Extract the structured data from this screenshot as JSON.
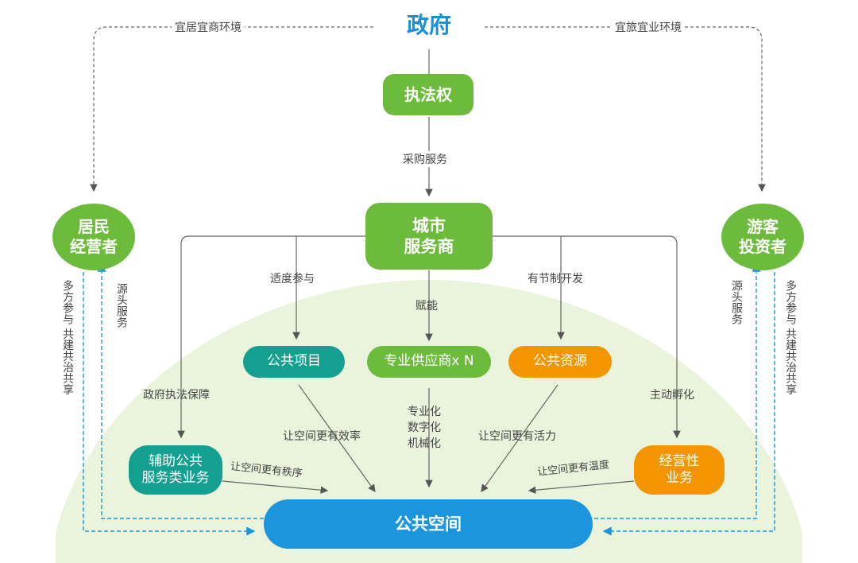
{
  "title": "政府",
  "top_left_label": "宜居宜商环境",
  "top_right_label": "宜旅宜业环境",
  "nodes": {
    "law": "执法权",
    "city_service_line1": "城市",
    "city_service_line2": "服务商",
    "residents_line1": "居民",
    "residents_line2": "经营者",
    "tourists_line1": "游客",
    "tourists_line2": "投资者",
    "public_project": "公共项目",
    "supplier": "专业供应商x N",
    "public_resource": "公共资源",
    "aux_line1": "辅助公共",
    "aux_line2": "服务类业务",
    "business_line1": "经营性",
    "business_line2": "业务",
    "public_space": "公共空间"
  },
  "labels": {
    "procurement": "采购服务",
    "moderate": "适度参与",
    "empower": "赋能",
    "controlled": "有节制开发",
    "gov_enforce": "政府执法保障",
    "active": "主动孵化",
    "efficiency": "让空间更有效率",
    "spec_line1": "专业化",
    "spec_line2": "数字化",
    "spec_line3": "机械化",
    "vitality": "让空间更有活力",
    "order": "让空间更有秩序",
    "warmth": "让空间更有温度",
    "left_outer": "多方参与 共建共治共享",
    "left_inner": "源头服务",
    "right_inner": "源头服务",
    "right_outer": "多方参与 共建共治共享"
  },
  "colors": {
    "green": "#6cbb3c",
    "teal": "#14a090",
    "orange": "#f29500",
    "blue": "#1b96dd",
    "title": "#1a8fd6",
    "dome": "#eaf3dc"
  }
}
